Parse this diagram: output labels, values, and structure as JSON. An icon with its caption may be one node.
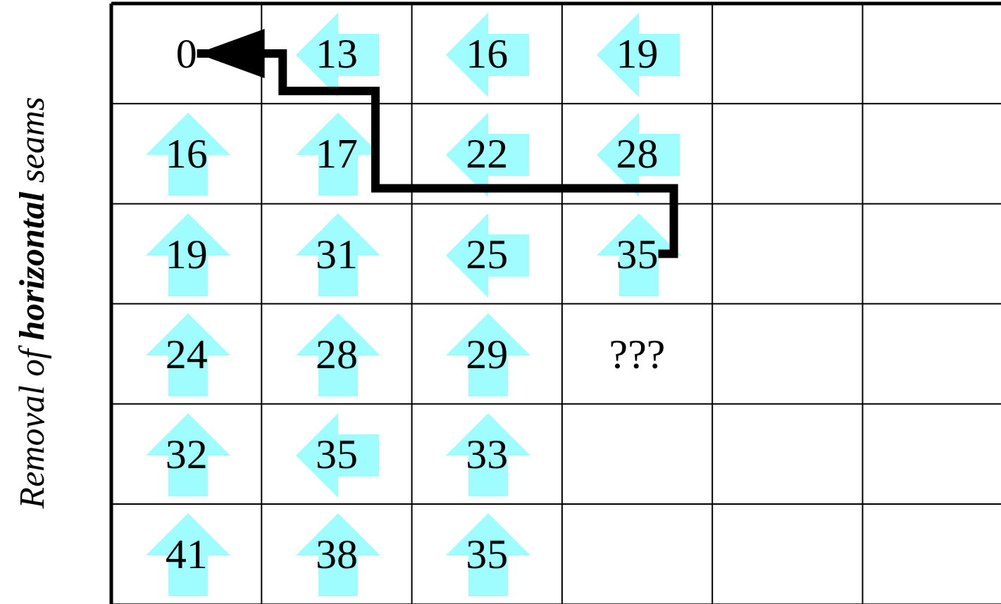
{
  "diagram": {
    "nodes": [
      {
        "text": [
          "0"
        ]
      },
      {
        "text": [
          "35"
        ]
      }
    ],
    "edges": [
      {
        "from": 1,
        "to": 0,
        "arrow": "to"
      }
    ],
    "labels": [
      "Removal of **horizontal** seams",
      "13",
      "16",
      "19",
      "16",
      "17",
      "22",
      "28",
      "19",
      "31",
      "25",
      "24",
      "28",
      "29",
      "???",
      "32",
      "35",
      "33",
      "41",
      "38",
      "35"
    ]
  }
}
